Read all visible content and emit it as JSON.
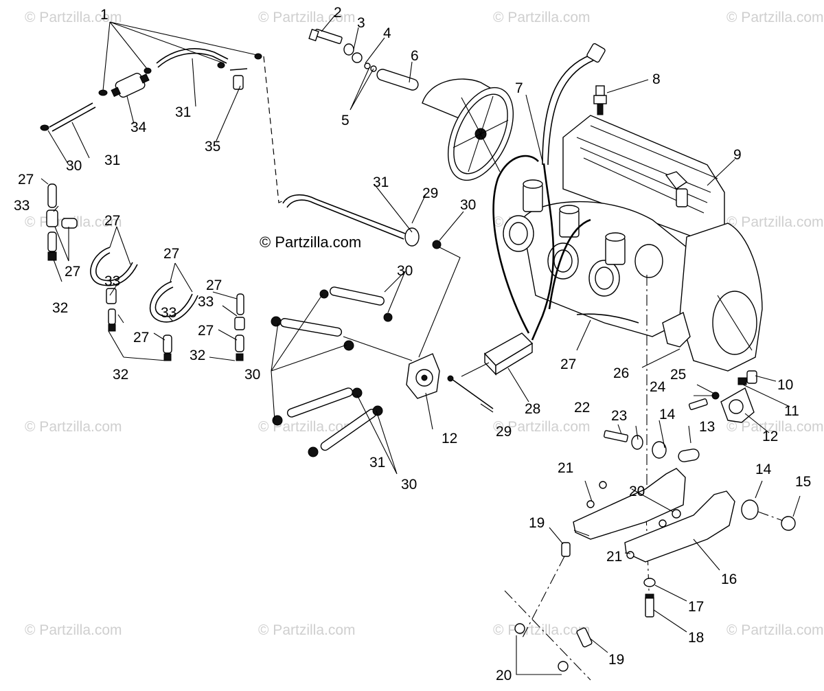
{
  "watermark_text": "© Partzilla.com",
  "center_credit": "© Partzilla.com",
  "callouts": [
    {
      "id": "c1",
      "text": "1"
    },
    {
      "id": "c2",
      "text": "2"
    },
    {
      "id": "c3",
      "text": "3"
    },
    {
      "id": "c4",
      "text": "4"
    },
    {
      "id": "c5",
      "text": "5"
    },
    {
      "id": "c6",
      "text": "6"
    },
    {
      "id": "c7",
      "text": "7"
    },
    {
      "id": "c8",
      "text": "8"
    },
    {
      "id": "c9",
      "text": "9"
    },
    {
      "id": "c10",
      "text": "10"
    },
    {
      "id": "c11",
      "text": "11"
    },
    {
      "id": "c12a",
      "text": "12"
    },
    {
      "id": "c12b",
      "text": "12"
    },
    {
      "id": "c13",
      "text": "13"
    },
    {
      "id": "c14a",
      "text": "14"
    },
    {
      "id": "c14b",
      "text": "14"
    },
    {
      "id": "c15",
      "text": "15"
    },
    {
      "id": "c16",
      "text": "16"
    },
    {
      "id": "c17",
      "text": "17"
    },
    {
      "id": "c18",
      "text": "18"
    },
    {
      "id": "c19a",
      "text": "19"
    },
    {
      "id": "c19b",
      "text": "19"
    },
    {
      "id": "c20a",
      "text": "20"
    },
    {
      "id": "c20b",
      "text": "20"
    },
    {
      "id": "c21a",
      "text": "21"
    },
    {
      "id": "c21b",
      "text": "21"
    },
    {
      "id": "c22",
      "text": "22"
    },
    {
      "id": "c23",
      "text": "23"
    },
    {
      "id": "c24",
      "text": "24"
    },
    {
      "id": "c25",
      "text": "25"
    },
    {
      "id": "c26",
      "text": "26"
    },
    {
      "id": "c27a",
      "text": "27"
    },
    {
      "id": "c27b",
      "text": "27"
    },
    {
      "id": "c27c",
      "text": "27"
    },
    {
      "id": "c27d",
      "text": "27"
    },
    {
      "id": "c27e",
      "text": "27"
    },
    {
      "id": "c27f",
      "text": "27"
    },
    {
      "id": "c27g",
      "text": "27"
    },
    {
      "id": "c27h",
      "text": "27"
    },
    {
      "id": "c28",
      "text": "28"
    },
    {
      "id": "c29a",
      "text": "29"
    },
    {
      "id": "c29b",
      "text": "29"
    },
    {
      "id": "c30a",
      "text": "30"
    },
    {
      "id": "c30b",
      "text": "30"
    },
    {
      "id": "c30c",
      "text": "30"
    },
    {
      "id": "c30d",
      "text": "30"
    },
    {
      "id": "c30e",
      "text": "30"
    },
    {
      "id": "c31a",
      "text": "31"
    },
    {
      "id": "c31b",
      "text": "31"
    },
    {
      "id": "c31c",
      "text": "31"
    },
    {
      "id": "c31d",
      "text": "31"
    },
    {
      "id": "c32a",
      "text": "32"
    },
    {
      "id": "c32b",
      "text": "32"
    },
    {
      "id": "c32c",
      "text": "32"
    },
    {
      "id": "c33a",
      "text": "33"
    },
    {
      "id": "c33b",
      "text": "33"
    },
    {
      "id": "c33c",
      "text": "33"
    },
    {
      "id": "c33d",
      "text": "33"
    },
    {
      "id": "c34",
      "text": "34"
    },
    {
      "id": "c35",
      "text": "35"
    }
  ]
}
